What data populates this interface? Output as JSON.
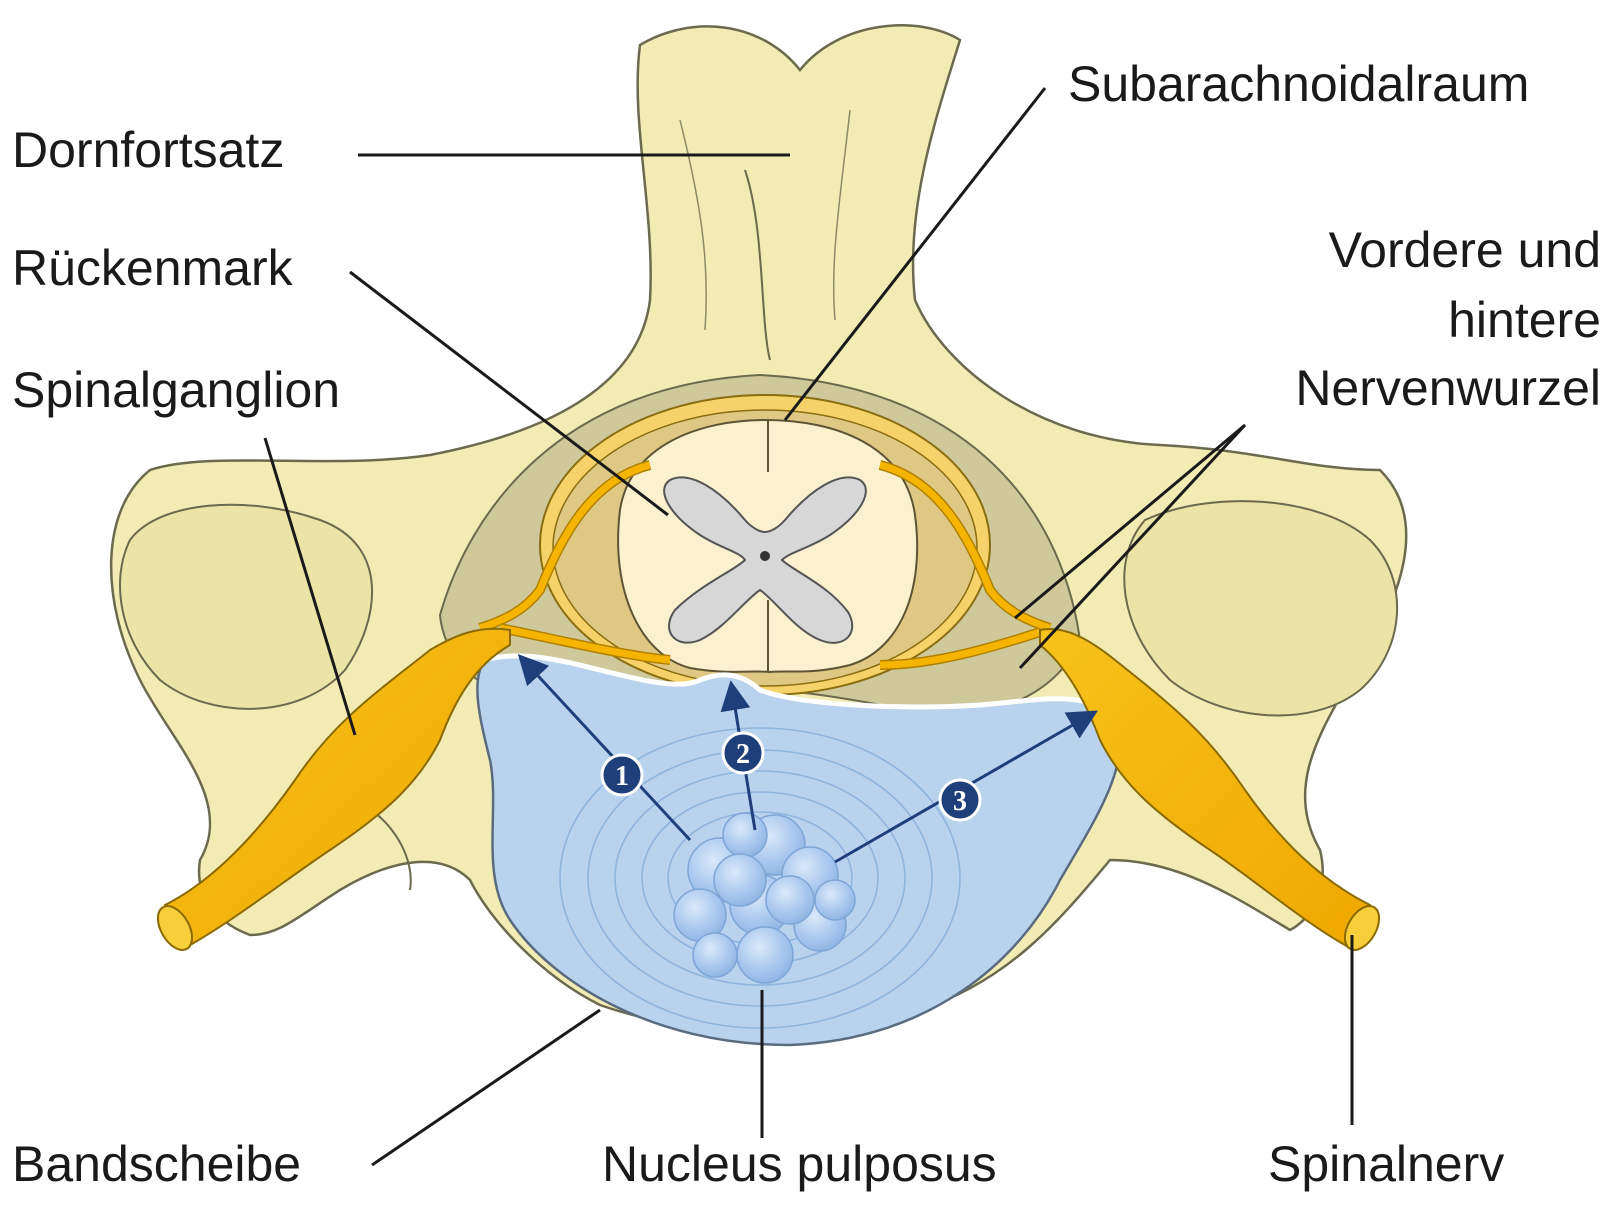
{
  "labels": {
    "dornfortsatz": "Dornfortsatz",
    "rueckenmark": "Rückenmark",
    "spinalganglion": "Spinalganglion",
    "subarachnoidalraum": "Subarachnoidalraum",
    "nervenwurzel": [
      "Vordere und",
      "hintere",
      "Nervenwurzel"
    ],
    "bandscheibe": "Bandscheibe",
    "nucleus_pulposus": "Nucleus pulposus",
    "spinalnerv": "Spinalnerv"
  },
  "markers": [
    "1",
    "2",
    "3"
  ],
  "colors": {
    "bone": "#f2ecb4",
    "bone_outline": "#6b6a4e",
    "nerve": "#f4b400",
    "disc": "#b9d3ee",
    "nucleus": "#9cc0e8",
    "spinal_cord": "#fbf1cf",
    "grey_matter": "#d7d7d7",
    "marker": "#1f3f7a"
  }
}
